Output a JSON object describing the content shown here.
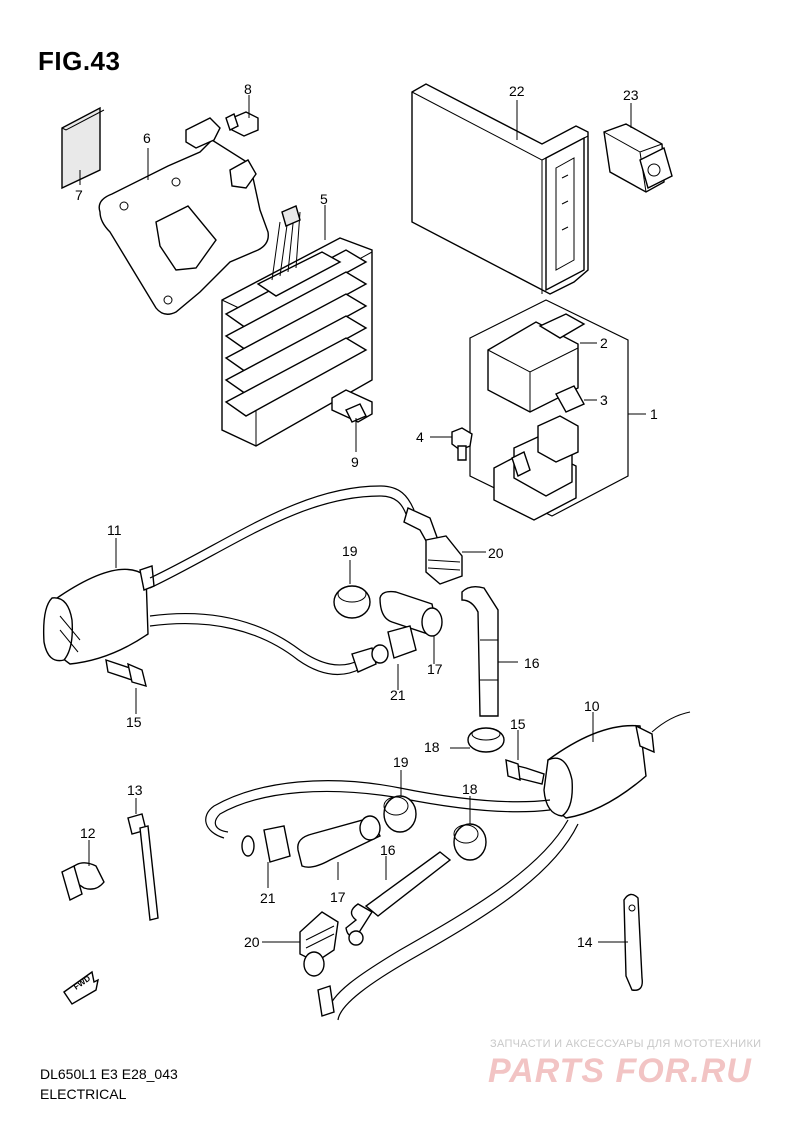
{
  "figure": {
    "title": "FIG.43"
  },
  "footer": {
    "model_code": "DL650L1 E3 E28_043",
    "section": "ELECTRICAL"
  },
  "watermark": {
    "tagline": "ЗАПЧАСТИ И АКСЕССУАРЫ ДЛЯ МОТОТЕХНИКИ",
    "logo": "PARTS FOR.RU"
  },
  "fwd_label": "FWD",
  "part_callouts": [
    {
      "id": "c1",
      "number": "1"
    },
    {
      "id": "c2",
      "number": "2"
    },
    {
      "id": "c3",
      "number": "3"
    },
    {
      "id": "c4",
      "number": "4"
    },
    {
      "id": "c5",
      "number": "5"
    },
    {
      "id": "c6",
      "number": "6"
    },
    {
      "id": "c7",
      "number": "7"
    },
    {
      "id": "c8",
      "number": "8"
    },
    {
      "id": "c9",
      "number": "9"
    },
    {
      "id": "c10",
      "number": "10"
    },
    {
      "id": "c11",
      "number": "11"
    },
    {
      "id": "c12",
      "number": "12"
    },
    {
      "id": "c13",
      "number": "13"
    },
    {
      "id": "c14",
      "number": "14"
    },
    {
      "id": "c15a",
      "number": "15"
    },
    {
      "id": "c15b",
      "number": "15"
    },
    {
      "id": "c16a",
      "number": "16"
    },
    {
      "id": "c16b",
      "number": "16"
    },
    {
      "id": "c17a",
      "number": "17"
    },
    {
      "id": "c17b",
      "number": "17"
    },
    {
      "id": "c18a",
      "number": "18"
    },
    {
      "id": "c18b",
      "number": "18"
    },
    {
      "id": "c19a",
      "number": "19"
    },
    {
      "id": "c19b",
      "number": "19"
    },
    {
      "id": "c20a",
      "number": "20"
    },
    {
      "id": "c20b",
      "number": "20"
    },
    {
      "id": "c21a",
      "number": "21"
    },
    {
      "id": "c21b",
      "number": "21"
    },
    {
      "id": "c22",
      "number": "22"
    },
    {
      "id": "c23",
      "number": "23"
    }
  ]
}
